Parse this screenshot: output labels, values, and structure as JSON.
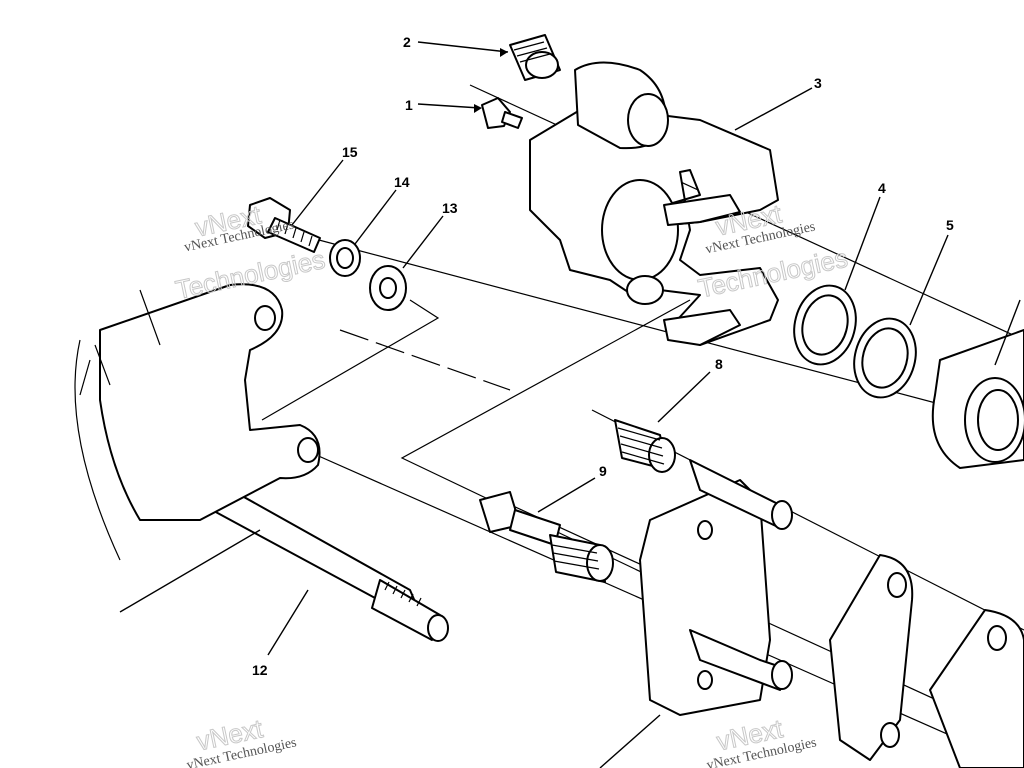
{
  "callouts": [
    {
      "id": "1",
      "label": "1"
    },
    {
      "id": "2",
      "label": "2"
    },
    {
      "id": "3",
      "label": "3"
    },
    {
      "id": "4",
      "label": "4"
    },
    {
      "id": "5",
      "label": "5"
    },
    {
      "id": "8",
      "label": "8"
    },
    {
      "id": "9",
      "label": "9"
    },
    {
      "id": "12",
      "label": "12"
    },
    {
      "id": "13",
      "label": "13"
    },
    {
      "id": "14",
      "label": "14"
    },
    {
      "id": "15",
      "label": "15"
    }
  ],
  "watermark": {
    "brand": "vNext",
    "line1": "vNext Technologies",
    "line2": "Technologies"
  }
}
